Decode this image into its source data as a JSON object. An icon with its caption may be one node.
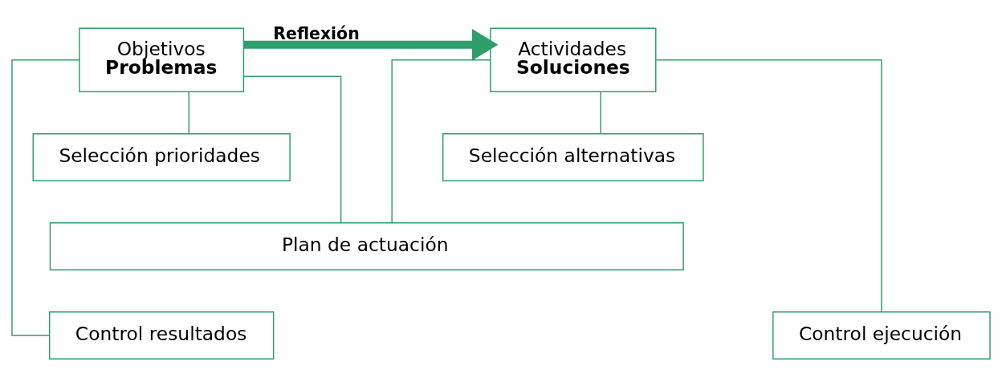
{
  "diagram": {
    "nodes": [
      {
        "text": [
          "Objetivos",
          "Problemas"
        ]
      },
      {
        "text": [
          "Actividades",
          "Soluciones"
        ]
      },
      {
        "text": [
          "Selección prioridades"
        ]
      },
      {
        "text": [
          "Selección alternativas"
        ]
      },
      {
        "text": [
          "Plan de actuación"
        ]
      },
      {
        "text": [
          "Control resultados"
        ]
      },
      {
        "text": [
          "Control ejecución"
        ]
      }
    ],
    "edges": [
      {
        "from": 0,
        "to": 1,
        "arrow": "to",
        "label": "Reflexión",
        "style": "thick"
      },
      {
        "from": 0,
        "to": 2,
        "arrow": "none"
      },
      {
        "from": 0,
        "to": 4,
        "arrow": "none"
      },
      {
        "from": 0,
        "to": 5,
        "arrow": "none"
      },
      {
        "from": 1,
        "to": 3,
        "arrow": "none"
      },
      {
        "from": 1,
        "to": 4,
        "arrow": "none"
      },
      {
        "from": 1,
        "to": 6,
        "arrow": "none"
      }
    ]
  }
}
